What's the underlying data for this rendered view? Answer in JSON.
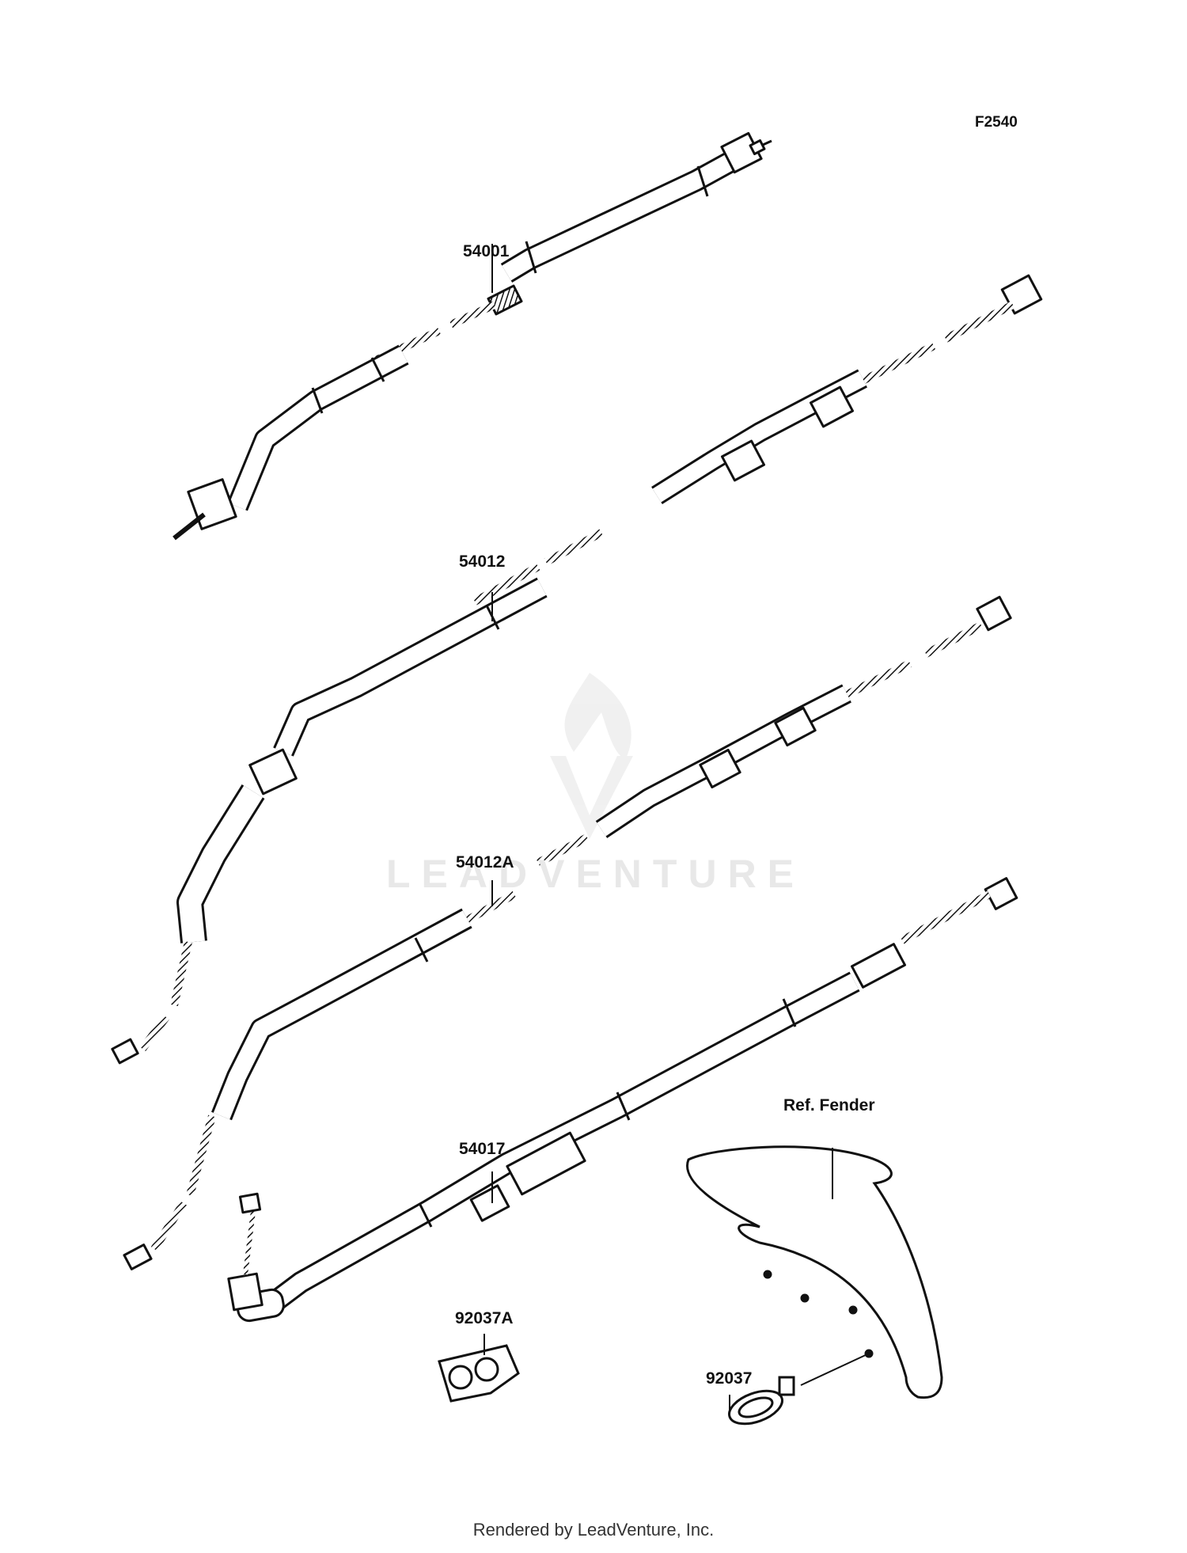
{
  "diagram_code": "F2540",
  "parts": [
    {
      "id": "54001"
    },
    {
      "id": "54012"
    },
    {
      "id": "54012A"
    },
    {
      "id": "54017"
    },
    {
      "id": "92037A"
    },
    {
      "id": "92037"
    }
  ],
  "reference_label": "Ref. Fender",
  "watermark": "LEADVENTURE",
  "footer": "Rendered by LeadVenture, Inc."
}
